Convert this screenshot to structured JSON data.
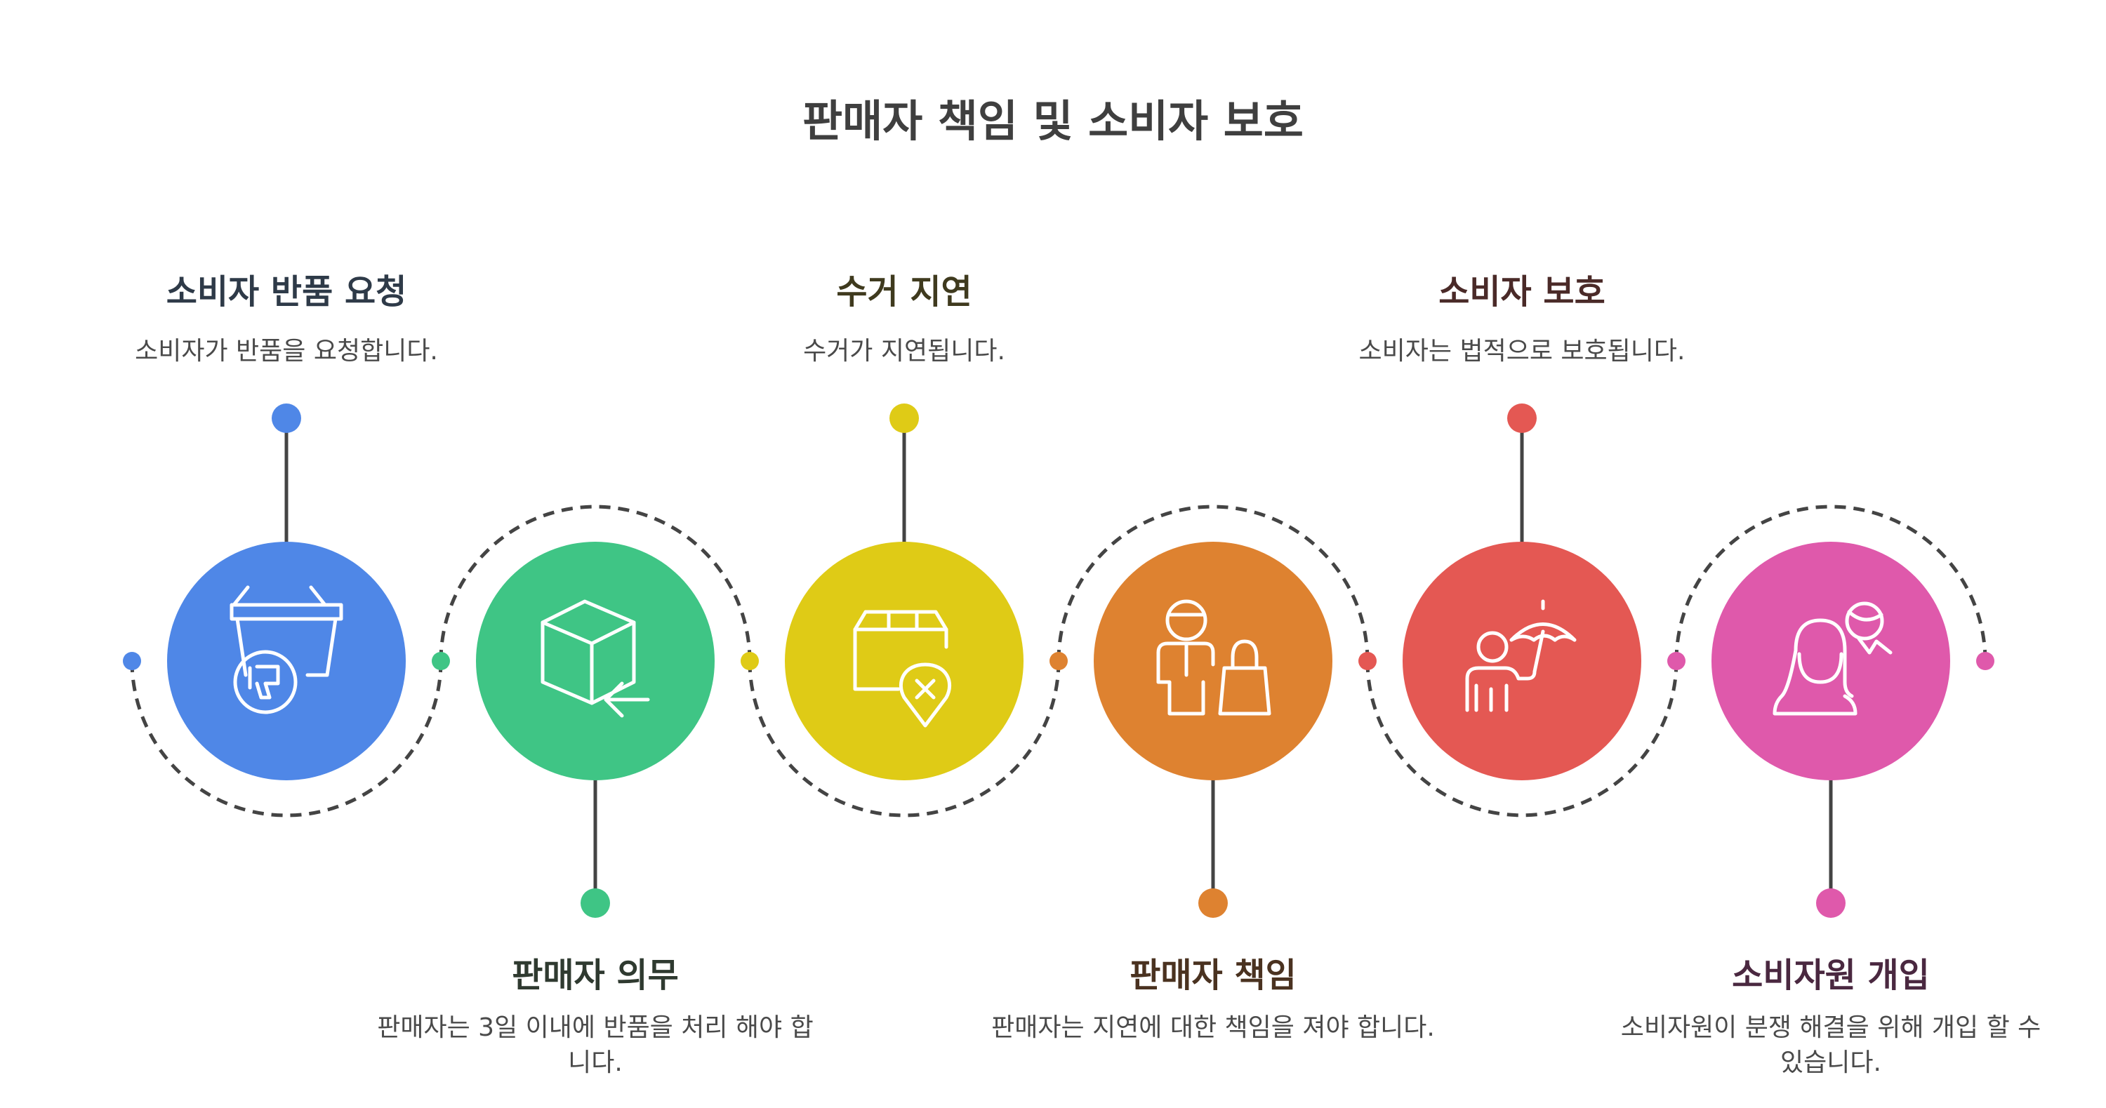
{
  "title": "판매자 책임 및 소비자 보호",
  "steps": [
    {
      "heading": "소비자 반품 요청",
      "description": "소비자가 반품을 요청합니다.",
      "color": "#4f87e7",
      "heading_color": "#2e3a48",
      "icon": "basket-thumbs-down-icon"
    },
    {
      "heading": "판매자 의무",
      "description": "판매자는 3일 이내에 반품을 처리 해야 합니다.",
      "color": "#3fc585",
      "heading_color": "#2f3a30",
      "icon": "box-return-arrow-icon"
    },
    {
      "heading": "수거 지연",
      "description": "수거가 지연됩니다.",
      "color": "#dfcb16",
      "heading_color": "#3f3a1e",
      "icon": "package-cancel-pin-icon"
    },
    {
      "heading": "판매자 책임",
      "description": "판매자는 지연에 대한 책임을 져야 합니다.",
      "color": "#de8230",
      "heading_color": "#4a3220",
      "icon": "seller-shopping-bag-icon"
    },
    {
      "heading": "소비자 보호",
      "description": "소비자는 법적으로 보호됩니다.",
      "color": "#e45853",
      "heading_color": "#4a2a28",
      "icon": "person-umbrella-icon"
    },
    {
      "heading": "소비자원 개입",
      "description": "소비자원이 분쟁 해결을 위해 개입 할 수 있습니다.",
      "color": "#df59ab",
      "heading_color": "#4a2840",
      "icon": "mediator-people-icon"
    }
  ]
}
